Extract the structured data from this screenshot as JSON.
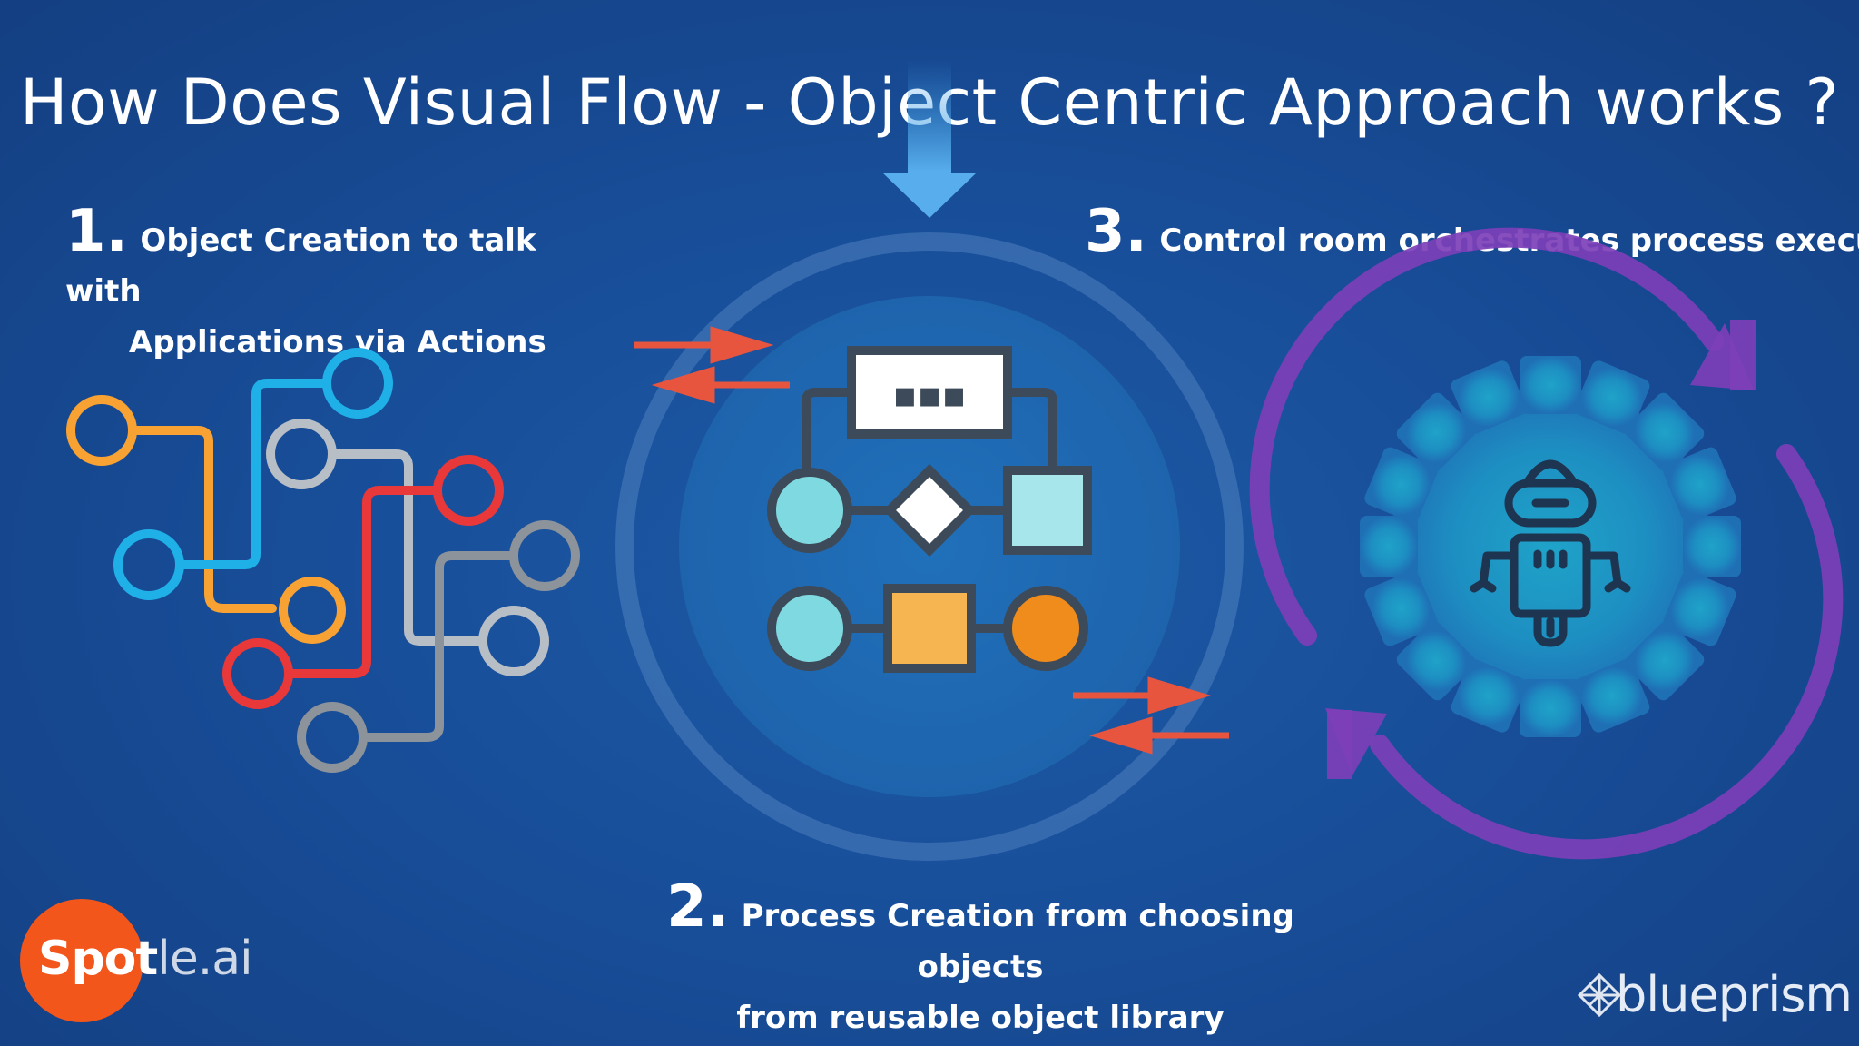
{
  "title": "How Does Visual Flow  - Object Centric Approach works ?",
  "steps": [
    {
      "number": "1.",
      "line1": "Object Creation to talk with",
      "line2": "Applications via Actions"
    },
    {
      "number": "2.",
      "line1": "Process Creation from choosing objects",
      "line2": "from reusable object library"
    },
    {
      "number": "3.",
      "line1": "Control room orchestrates process execution"
    }
  ],
  "flowchart_box_text": "▪▪▪",
  "brands": {
    "spotle_part1": "Spot",
    "spotle_part2": "le.ai",
    "blueprism": "blueprism"
  },
  "colors": {
    "background": "#174a93",
    "orange": "#f7a233",
    "cyan": "#1fb0e8",
    "gray": "#b8bec6",
    "red": "#e8383a",
    "arrow_red": "#e8553f",
    "teal": "#7fd9e0",
    "purple": "#7d3fb8"
  },
  "icons": [
    "circuit-lines-icon",
    "flowchart-icon",
    "robot-gear-icon",
    "cycle-arrows-icon",
    "down-arrow-icon"
  ]
}
